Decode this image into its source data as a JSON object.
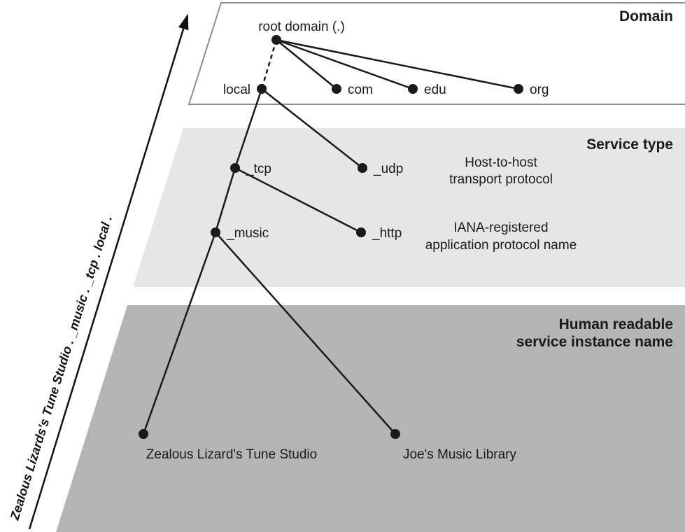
{
  "diagram": {
    "title_context": "DNS-SD service instance naming hierarchy",
    "axis_label": "Zealous Lizards's Tune Studio  .  _music  .  _tcp  .  local  .",
    "bands": {
      "domain": {
        "title": "Domain"
      },
      "service_type": {
        "title": "Service type"
      },
      "instance": {
        "title_line1": "Human readable",
        "title_line2": "service instance name"
      }
    },
    "nodes": {
      "root": "root domain (.)",
      "local": "local",
      "com": "com",
      "edu": "edu",
      "org": "org",
      "tcp": "_tcp",
      "udp": "_udp",
      "music": "_music",
      "http": "_http",
      "leaf_zealous": "Zealous Lizard's Tune Studio",
      "leaf_joes": "Joe's Music Library"
    },
    "annotations": {
      "transport_line1": "Host-to-host",
      "transport_line2": "transport protocol",
      "iana_line1": "IANA-registered",
      "iana_line2": "application protocol name"
    },
    "structure": {
      "edges": [
        {
          "from": "root",
          "to": "local",
          "style": "dashed"
        },
        {
          "from": "root",
          "to": "com",
          "style": "solid"
        },
        {
          "from": "root",
          "to": "edu",
          "style": "solid"
        },
        {
          "from": "root",
          "to": "org",
          "style": "solid"
        },
        {
          "from": "local",
          "to": "tcp",
          "style": "solid"
        },
        {
          "from": "local",
          "to": "udp",
          "style": "solid"
        },
        {
          "from": "tcp",
          "to": "music",
          "style": "solid"
        },
        {
          "from": "tcp",
          "to": "http",
          "style": "solid"
        },
        {
          "from": "music",
          "to": "leaf_zealous",
          "style": "solid"
        },
        {
          "from": "music",
          "to": "leaf_joes",
          "style": "solid"
        }
      ]
    },
    "colors": {
      "domain_band_fill": "#ffffff",
      "domain_band_border": "#8f8f8f",
      "service_band_fill": "#e6e6e6",
      "instance_band_fill": "#b5b5b5",
      "node_color": "#1a1a1a",
      "edge_color": "#1a1a1a"
    }
  }
}
